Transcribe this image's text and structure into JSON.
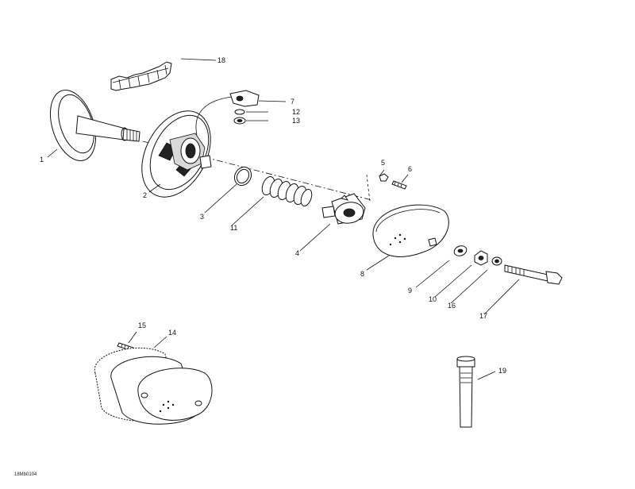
{
  "diagram": {
    "drawing_code": "18Mb0104",
    "callouts": {
      "p1": "1",
      "p2": "2",
      "p3": "3",
      "p4": "4",
      "p5": "5",
      "p6": "6",
      "p7": "7",
      "p8": "8",
      "p9": "9",
      "p10": "10",
      "p11": "11",
      "p12": "12",
      "p13": "13",
      "p14": "14",
      "p15": "15",
      "p16": "16",
      "p17": "17",
      "p18": "18",
      "p19": "19"
    }
  }
}
